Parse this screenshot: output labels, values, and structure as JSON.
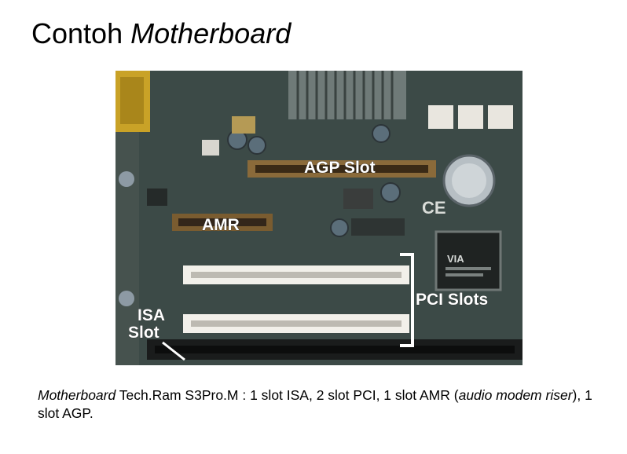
{
  "title": {
    "word1": "Contoh",
    "word2": "Motherboard"
  },
  "labels": {
    "agp": "AGP Slot",
    "amr": "AMR",
    "pci": "PCI Slots",
    "isa_line1": "ISA",
    "isa_line2": "Slot"
  },
  "caption": {
    "italic1": "Motherboard",
    "text1": " Tech.Ram S3Pro.M : 1 slot ISA, 2 slot PCI, 1 slot AMR (",
    "italic2": "audio modem riser",
    "text2": "), 1 slot AGP."
  },
  "colors": {
    "board": "#3c4a47",
    "slot_white": "#f2f0ea",
    "slot_brown": "#8a6a3a",
    "gold": "#c9a227",
    "heatsink": "#6f7a78"
  }
}
